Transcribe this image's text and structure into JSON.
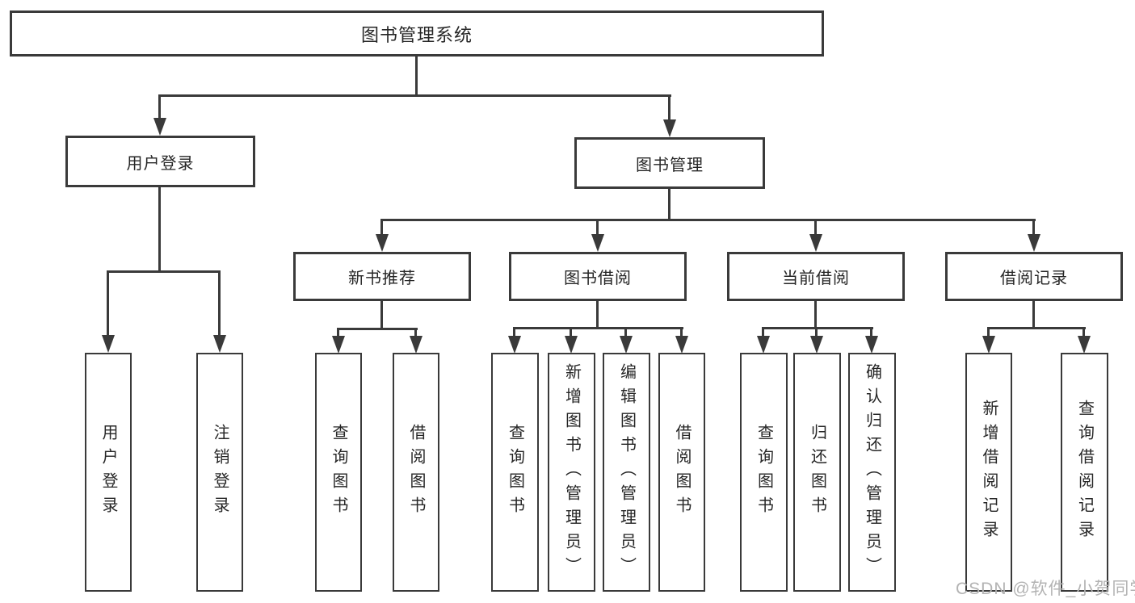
{
  "diagram": {
    "root": {
      "label": "图书管理系统"
    },
    "level2": [
      {
        "label": "用户登录"
      },
      {
        "label": "图书管理"
      }
    ],
    "level3": [
      {
        "label": "新书推荐"
      },
      {
        "label": "图书借阅"
      },
      {
        "label": "当前借阅"
      },
      {
        "label": "借阅记录"
      }
    ],
    "leaves": {
      "login": [
        "用户登录",
        "注销登录"
      ],
      "newbook": [
        "查询图书",
        "借阅图书"
      ],
      "borrow": [
        "查询图书",
        "新增图书（管理员）",
        "编辑图书（管理员）",
        "借阅图书"
      ],
      "current": [
        "查询图书",
        "归还图书",
        "确认归还（管理员）"
      ],
      "records": [
        "新增借阅记录",
        "查询借阅记录"
      ]
    }
  },
  "watermark": {
    "text": "CSDN @软件_小贺同学"
  },
  "colors": {
    "line": "#3a3a3a",
    "text": "#262626",
    "background": "#ffffff",
    "watermark": "#b3b3b3"
  }
}
